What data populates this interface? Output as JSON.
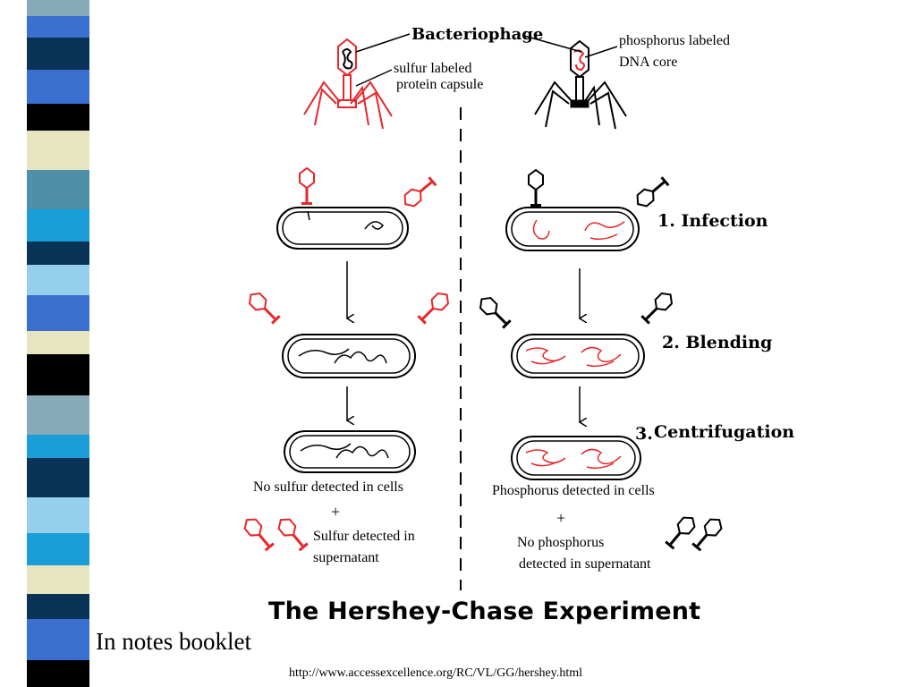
{
  "labels": {
    "bacteriophage": "Bacteriophage",
    "sulfur_labeled": "sulfur labeled",
    "protein_capsule": "protein capsule",
    "phosphorus_labeled": "phosphorus labeled",
    "dna_core": "DNA core",
    "step_infection": "1. Infection",
    "step_blending": "2. Blending",
    "step_centrifugation_num": "3.",
    "step_centrifugation": "Centrifugation",
    "no_sulfur": "No sulfur detected in cells",
    "plus_left": "+",
    "sulfur_detected": "Sulfur detected in",
    "supernatant_left": "supernatant",
    "phosphorus_cells": "Phosphorus detected in cells",
    "plus_right": "+",
    "no_phosphorus": "No phosphorus",
    "detected_supernatant": "detected in supernatant"
  },
  "title": "The Hershey-Chase Experiment",
  "notes": "In notes booklet",
  "source": "http://www.accessexcellence.org/RC/VL/GG/hershey.html",
  "colors": {
    "label_red": "#e8262b",
    "ink": "#000000",
    "stripe": [
      "#87a9b8",
      "#0a3358",
      "#3b6fd0",
      "#000000",
      "#e7e5bf",
      "#4f90a8",
      "#1a9ed8",
      "#94d0ee"
    ]
  }
}
